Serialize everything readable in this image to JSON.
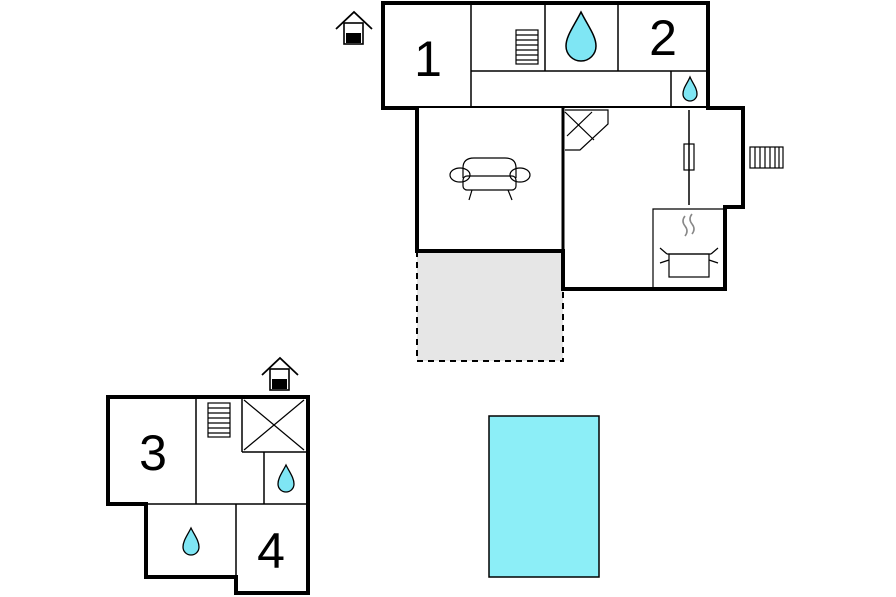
{
  "colors": {
    "water": "#7fe6f4",
    "pool": "#8ceef7",
    "terrace": "#e6e6e6",
    "wall": "#000000"
  },
  "rooms": [
    {
      "id": "bedroom-1",
      "label": "1"
    },
    {
      "id": "bedroom-2",
      "label": "2"
    },
    {
      "id": "bedroom-3",
      "label": "3"
    },
    {
      "id": "bedroom-4",
      "label": "4"
    }
  ],
  "icons": [
    "entrance-icon",
    "stairs-icon",
    "water-drop-icon",
    "sofa-icon",
    "fireplace-icon",
    "cooking-pot-icon",
    "radiator-icon",
    "door-icon"
  ],
  "areas": [
    "terrace",
    "swimming-pool"
  ]
}
